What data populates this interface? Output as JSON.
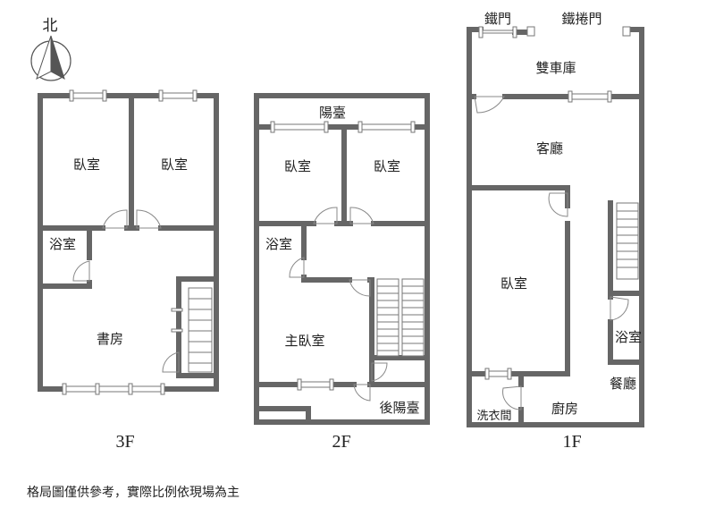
{
  "compass": {
    "north_label": "北"
  },
  "floor_3f": {
    "name": "3F",
    "rooms": {
      "bedroom_left": "臥室",
      "bedroom_right": "臥室",
      "bathroom": "浴室",
      "study": "書房"
    }
  },
  "floor_2f": {
    "name": "2F",
    "rooms": {
      "balcony": "陽臺",
      "bedroom_left": "臥室",
      "bedroom_right": "臥室",
      "bathroom": "浴室",
      "master_bedroom": "主臥室",
      "rear_balcony": "後陽臺"
    }
  },
  "floor_1f": {
    "name": "1F",
    "rooms": {
      "iron_door": "鐵門",
      "rolling_door": "鐵捲門",
      "garage": "雙車庫",
      "living_room": "客廳",
      "bedroom": "臥室",
      "bathroom": "浴室",
      "dining_room": "餐廳",
      "kitchen": "廚房",
      "laundry": "洗衣間"
    }
  },
  "footer_note": "格局圖僅供參考，實際比例依現場為主",
  "colors": {
    "wall": "#666666"
  }
}
